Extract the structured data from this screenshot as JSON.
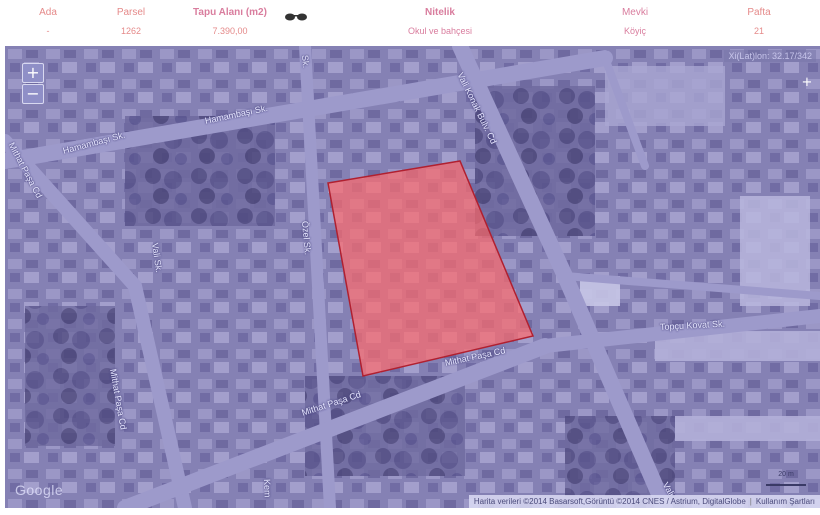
{
  "parcel_info": {
    "ada": {
      "label": "Ada",
      "value": "-"
    },
    "parsel": {
      "label": "Parsel",
      "value": "1262"
    },
    "area": {
      "label": "Tapu Alanı (m2)",
      "value": "7.390,00"
    },
    "nitelik": {
      "label": "Nitelik",
      "value": "Okul ve bahçesi"
    },
    "mevki": {
      "label": "Mevki",
      "value": "Köyiç"
    },
    "pafta": {
      "label": "Pafta",
      "value": "21"
    },
    "eye_icon": "eye-icon"
  },
  "map": {
    "zoom_in_label": "+",
    "zoom_out_label": "−",
    "fullscreen_label": "+",
    "coordinate_readout": "Xi(Lat)lon: 32.17/342",
    "google_logo": "Google",
    "attribution": "Harita verileri ©2014 Basarsoft,Görüntü ©2014 CNES / Astrium, DigitalGlobe",
    "terms_link": "Kullanım Şartları",
    "scale_label": "20 m",
    "streets": {
      "hamambaşı": "Hamambaşı Sk.",
      "hamambaşı_2": "Hamambaşı Sk.",
      "mithatpasa_left": "Mithat Paşa Cd",
      "valisk": "Vali Sk.",
      "ozel_sk": "Özel Sk.",
      "vali_konak": "Vali Konak Bulv. Cd",
      "mithatpasa_1": "Mithat Paşa Cd",
      "mithatpasa_2": "Mithat Paşa Cd",
      "mithatpasa_lower": "Mithat Paşa Cd",
      "topcu_sk": "Topçu Kovat Sk.",
      "kemal_sk": "Kem",
      "upper_sk": "Sk.",
      "vali_lower": "Vali"
    },
    "colors": {
      "parcel_fill": "#ff6b6b",
      "parcel_stroke": "#b02030",
      "label_color": "#e58a8a",
      "label_emphasis": "#d97d9e"
    }
  }
}
